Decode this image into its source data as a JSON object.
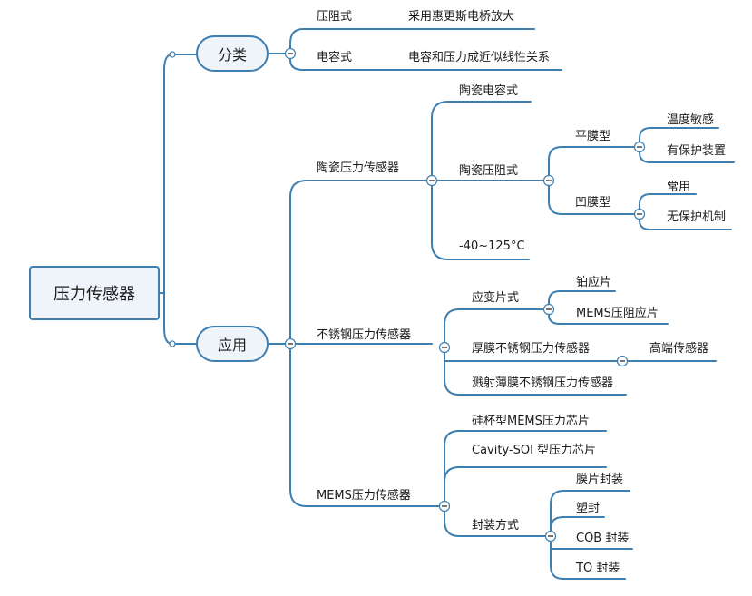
{
  "root": "压力传感器",
  "categories": {
    "label": "分类",
    "piezoresistive": {
      "label": "压阻式",
      "note": "采用惠更斯电桥放大"
    },
    "capacitive": {
      "label": "电容式",
      "note": "电容和压力成近似线性关系"
    }
  },
  "applications": {
    "label": "应用",
    "ceramic": {
      "label": "陶瓷压力传感器",
      "ceramic_capacitive": "陶瓷电容式",
      "ceramic_piezoresistive": "陶瓷压阻式",
      "flat_membrane": "平膜型",
      "temp_sensitive": "温度敏感",
      "with_protection": "有保护装置",
      "concave_membrane": "凹膜型",
      "common": "常用",
      "no_protection": "无保护机制",
      "temp_range": "-40~125°C"
    },
    "stainless": {
      "label": "不锈钢压力传感器",
      "strain_gauge": "应变片式",
      "platinum_strain": "铂应片",
      "mems_strain": "MEMS压阻应片",
      "thick_film": "厚膜不锈钢压力传感器",
      "high_end": "高端传感器",
      "sputtered": "溅射薄膜不锈钢压力传感器"
    },
    "mems": {
      "label": "MEMS压力传感器",
      "silicon_cup": "硅杯型MEMS压力芯片",
      "cavity_soi": "Cavity-SOI 型压力芯片",
      "packaging": "封装方式",
      "membrane_pkg": "膜片封装",
      "plastic_pkg": "塑封",
      "cob_pkg": "COB 封装",
      "to_pkg": "TO 封装"
    }
  },
  "colors": {
    "line": "#3d7fb0",
    "node_fill": "#eef4fa",
    "text": "#1b1b1b"
  }
}
